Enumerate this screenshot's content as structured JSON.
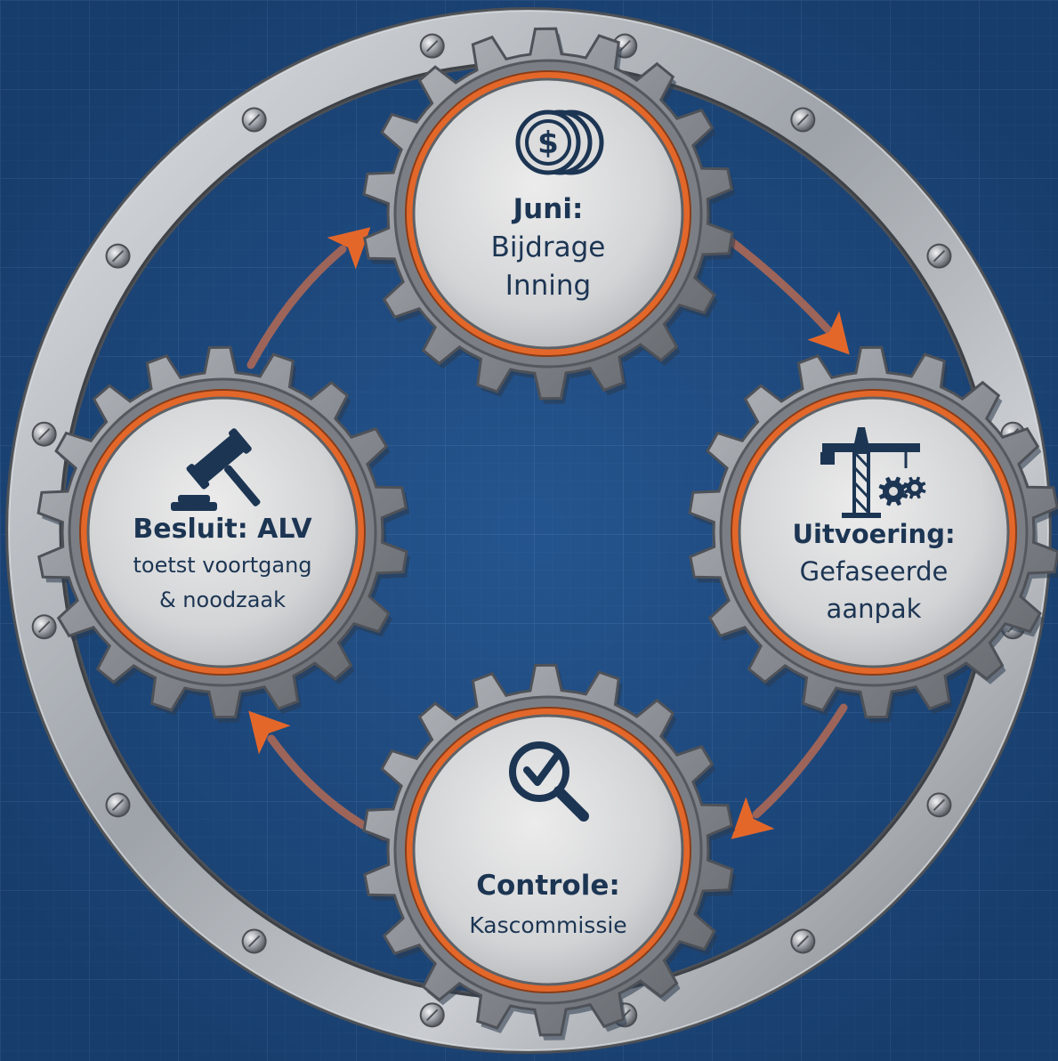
{
  "colors": {
    "background": "#1d4a80",
    "grid_line": "#3c69a0",
    "ring_metal": "#a9adb3",
    "gear_metal": "#8c9096",
    "face": "#d9dadb",
    "accent_orange": "#e4672a",
    "text": "#1c3553"
  },
  "steps": [
    {
      "icon": "coins-icon",
      "lines": [
        "Juni:",
        "Bijdrage",
        "Inning"
      ]
    },
    {
      "icon": "crane-gears-icon",
      "lines": [
        "Uitvoering:",
        "Gefaseerde",
        "aanpak"
      ]
    },
    {
      "icon": "magnifier-check-icon",
      "lines": [
        "Controle:",
        "Kascommissie"
      ]
    },
    {
      "icon": "gavel-icon",
      "lines": [
        "Besluit: ALV",
        "toetst voortgang",
        "& noodzaak"
      ]
    }
  ],
  "flow_direction": "clockwise"
}
